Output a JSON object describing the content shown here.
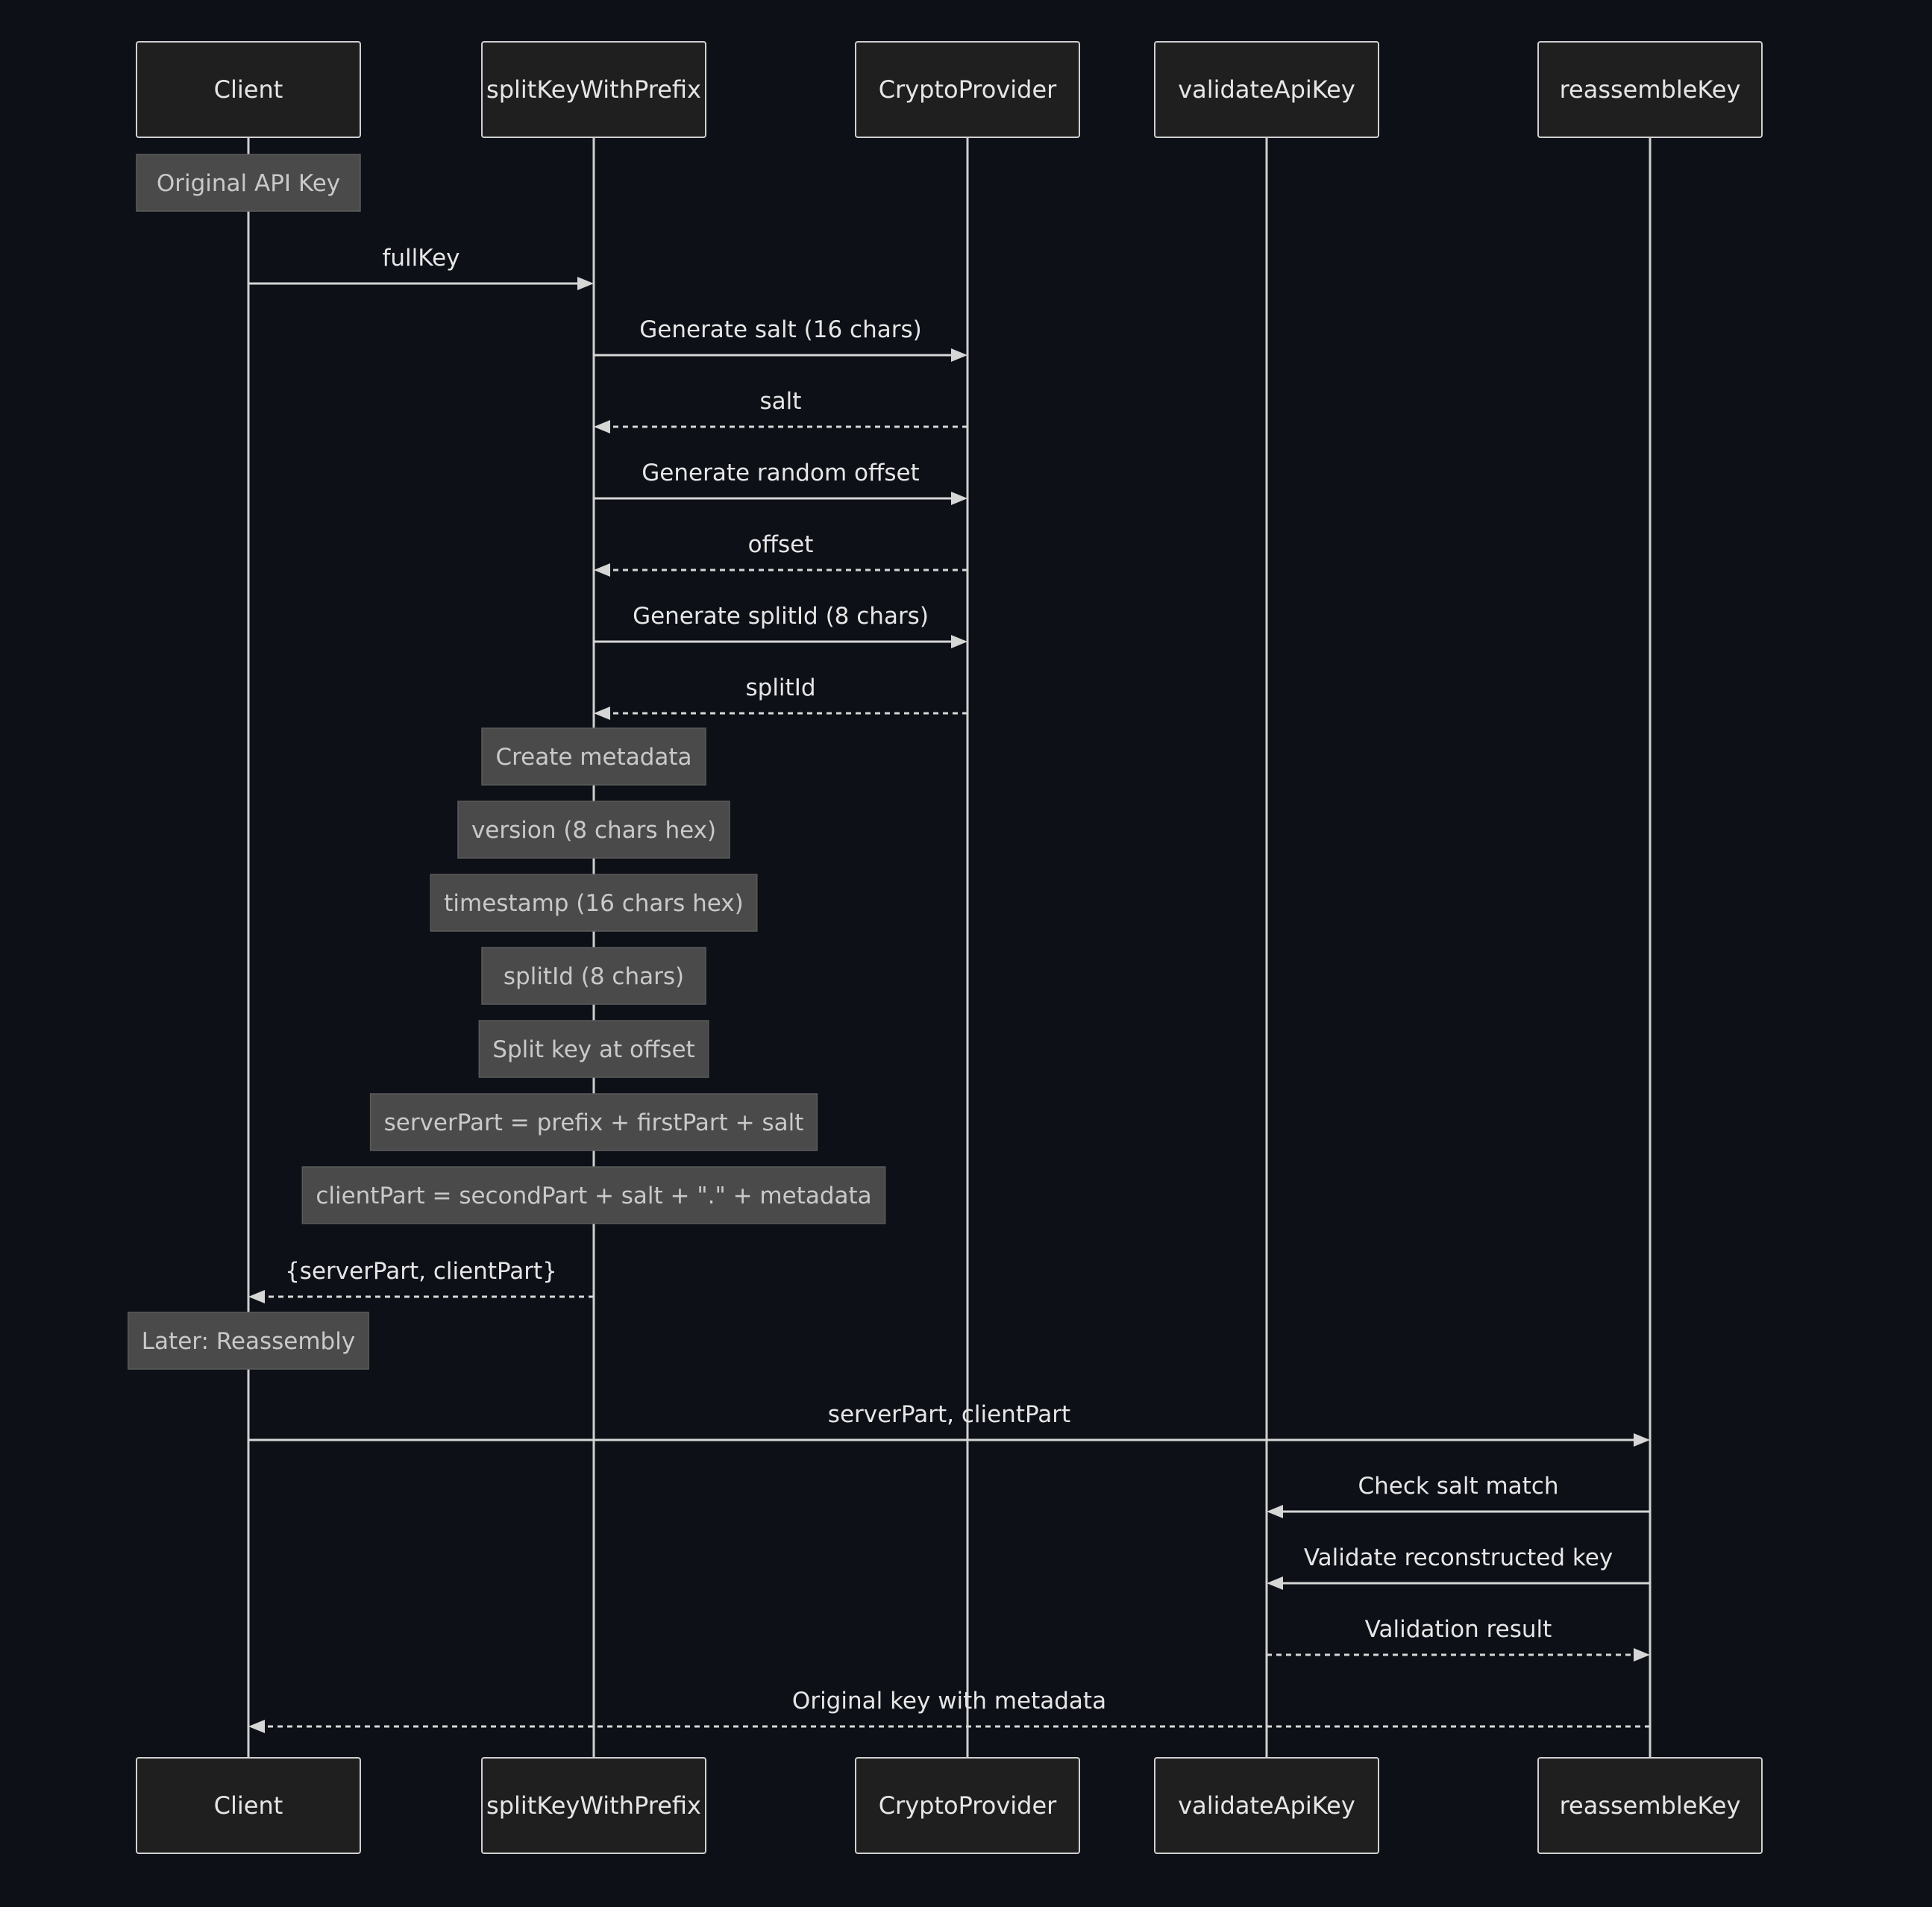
{
  "colors": {
    "background": "#0d1017",
    "actor_fill": "#1f1f1f",
    "note_fill": "#4a4a4a",
    "line": "#d6d6d6"
  },
  "actors": [
    {
      "id": "client",
      "label": "Client"
    },
    {
      "id": "split",
      "label": "splitKeyWithPrefix"
    },
    {
      "id": "crypto",
      "label": "CryptoProvider"
    },
    {
      "id": "validate",
      "label": "validateApiKey"
    },
    {
      "id": "reassemble",
      "label": "reassembleKey"
    }
  ],
  "steps": [
    {
      "kind": "note",
      "over": "client",
      "text": "Original API Key"
    },
    {
      "kind": "message",
      "from": "client",
      "to": "split",
      "style": "solid",
      "text": "fullKey"
    },
    {
      "kind": "message",
      "from": "split",
      "to": "crypto",
      "style": "solid",
      "text": "Generate salt (16 chars)"
    },
    {
      "kind": "message",
      "from": "crypto",
      "to": "split",
      "style": "dashed",
      "text": "salt"
    },
    {
      "kind": "message",
      "from": "split",
      "to": "crypto",
      "style": "solid",
      "text": "Generate random offset"
    },
    {
      "kind": "message",
      "from": "crypto",
      "to": "split",
      "style": "dashed",
      "text": "offset"
    },
    {
      "kind": "message",
      "from": "split",
      "to": "crypto",
      "style": "solid",
      "text": "Generate splitId (8 chars)"
    },
    {
      "kind": "message",
      "from": "crypto",
      "to": "split",
      "style": "dashed",
      "text": "splitId"
    },
    {
      "kind": "note",
      "over": "split",
      "text": "Create metadata"
    },
    {
      "kind": "note",
      "over": "split",
      "text": "version (8 chars hex)"
    },
    {
      "kind": "note",
      "over": "split",
      "text": "timestamp (16 chars hex)"
    },
    {
      "kind": "note",
      "over": "split",
      "text": "splitId (8 chars)"
    },
    {
      "kind": "note",
      "over": "split",
      "text": "Split key at offset"
    },
    {
      "kind": "note",
      "over": "split",
      "text": "serverPart = prefix + firstPart + salt"
    },
    {
      "kind": "note",
      "over": "split",
      "text": "clientPart = secondPart + salt + \".\" + metadata"
    },
    {
      "kind": "message",
      "from": "split",
      "to": "client",
      "style": "dashed",
      "text": "{serverPart, clientPart}"
    },
    {
      "kind": "note",
      "over": "client",
      "text": "Later: Reassembly"
    },
    {
      "kind": "message",
      "from": "client",
      "to": "reassemble",
      "style": "solid",
      "text": "serverPart, clientPart"
    },
    {
      "kind": "message",
      "from": "reassemble",
      "to": "validate",
      "style": "solid",
      "text": "Check salt match"
    },
    {
      "kind": "message",
      "from": "reassemble",
      "to": "validate",
      "style": "solid",
      "text": "Validate reconstructed key"
    },
    {
      "kind": "message",
      "from": "validate",
      "to": "reassemble",
      "style": "dashed",
      "text": "Validation result"
    },
    {
      "kind": "message",
      "from": "reassemble",
      "to": "client",
      "style": "dashed",
      "text": "Original key with metadata"
    }
  ]
}
